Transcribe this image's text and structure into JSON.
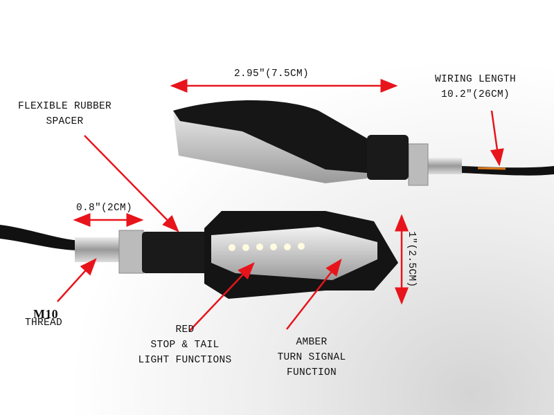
{
  "labels": {
    "length": "2.95″(7.5CM)",
    "wiring_line1": "WIRING LENGTH",
    "wiring_line2": "10.2″(26CM)",
    "spacer_line1": "FLEXIBLE RUBBER",
    "spacer_line2": "SPACER",
    "thread_length": "0.8″(2CM)",
    "height": "1″(2.5CM)",
    "thread_size": "M10",
    "thread_word": "THREAD",
    "red_line1": "RED",
    "red_line2": "STOP & TAIL",
    "red_line3": "LIGHT FUNCTIONS",
    "amber_line1": "AMBER",
    "amber_line2": "TURN SIGNAL",
    "amber_line3": "FUNCTION"
  },
  "colors": {
    "annotation": "#e8141b",
    "body": "#141414",
    "background": "#ffffff"
  }
}
